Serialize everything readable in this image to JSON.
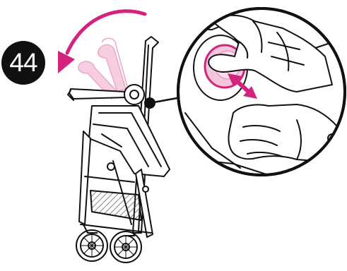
{
  "step": {
    "number": "44"
  },
  "colors": {
    "accent": "#d4237e",
    "accent_fill": "#f6c6dc",
    "ink": "#111111",
    "paper": "#ffffff",
    "shade": "#9a9a9a"
  },
  "icons": {
    "rotate_arrow": "curved-arrow-counterclockwise",
    "squeeze_arrow": "double-headed-arrow"
  }
}
